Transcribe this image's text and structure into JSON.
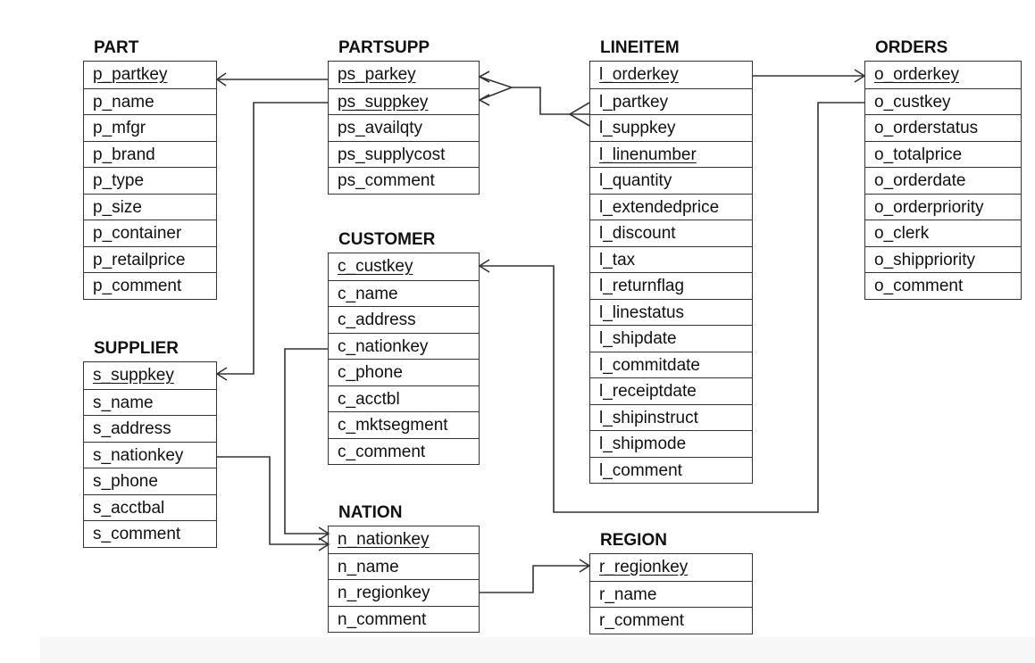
{
  "tables": [
    {
      "id": "part",
      "title": "PART",
      "columns": [
        {
          "name": "p_partkey",
          "pk": true
        },
        {
          "name": "p_name"
        },
        {
          "name": "p_mfgr"
        },
        {
          "name": "p_brand"
        },
        {
          "name": "p_type"
        },
        {
          "name": "p_size"
        },
        {
          "name": "p_container"
        },
        {
          "name": "p_retailprice"
        },
        {
          "name": "p_comment"
        }
      ]
    },
    {
      "id": "partsupp",
      "title": "PARTSUPP",
      "columns": [
        {
          "name": "ps_parkey",
          "pk": true
        },
        {
          "name": "ps_suppkey",
          "pk": true
        },
        {
          "name": "ps_availqty"
        },
        {
          "name": "ps_supplycost"
        },
        {
          "name": "ps_comment"
        }
      ]
    },
    {
      "id": "lineitem",
      "title": "LINEITEM",
      "columns": [
        {
          "name": "l_orderkey",
          "pk": true
        },
        {
          "name": "l_partkey"
        },
        {
          "name": "l_suppkey"
        },
        {
          "name": "l_linenumber",
          "pk": true
        },
        {
          "name": "l_quantity"
        },
        {
          "name": "l_extendedprice"
        },
        {
          "name": "l_discount"
        },
        {
          "name": "l_tax"
        },
        {
          "name": "l_returnflag"
        },
        {
          "name": "l_linestatus"
        },
        {
          "name": "l_shipdate"
        },
        {
          "name": "l_commitdate"
        },
        {
          "name": "l_receiptdate"
        },
        {
          "name": "l_shipinstruct"
        },
        {
          "name": "l_shipmode"
        },
        {
          "name": "l_comment"
        }
      ]
    },
    {
      "id": "orders",
      "title": "ORDERS",
      "columns": [
        {
          "name": "o_orderkey",
          "pk": true
        },
        {
          "name": "o_custkey"
        },
        {
          "name": "o_orderstatus"
        },
        {
          "name": "o_totalprice"
        },
        {
          "name": "o_orderdate"
        },
        {
          "name": "o_orderpriority"
        },
        {
          "name": "o_clerk"
        },
        {
          "name": "o_shippriority"
        },
        {
          "name": "o_comment"
        }
      ]
    },
    {
      "id": "customer",
      "title": "CUSTOMER",
      "columns": [
        {
          "name": "c_custkey",
          "pk": true
        },
        {
          "name": "c_name"
        },
        {
          "name": "c_address"
        },
        {
          "name": "c_nationkey"
        },
        {
          "name": "c_phone"
        },
        {
          "name": "c_acctbl"
        },
        {
          "name": "c_mktsegment"
        },
        {
          "name": "c_comment"
        }
      ]
    },
    {
      "id": "supplier",
      "title": "SUPPLIER",
      "columns": [
        {
          "name": "s_suppkey",
          "pk": true
        },
        {
          "name": "s_name"
        },
        {
          "name": "s_address"
        },
        {
          "name": "s_nationkey"
        },
        {
          "name": "s_phone"
        },
        {
          "name": "s_acctbal"
        },
        {
          "name": "s_comment"
        }
      ]
    },
    {
      "id": "nation",
      "title": "NATION",
      "columns": [
        {
          "name": "n_nationkey",
          "pk": true
        },
        {
          "name": "n_name"
        },
        {
          "name": "n_regionkey"
        },
        {
          "name": "n_comment"
        }
      ]
    },
    {
      "id": "region",
      "title": "REGION",
      "columns": [
        {
          "name": "r_regionkey",
          "pk": true
        },
        {
          "name": "r_name"
        },
        {
          "name": "r_comment"
        }
      ]
    }
  ],
  "relationships": [
    {
      "id": "partsupp-part",
      "from": "partsupp.ps_parkey",
      "to": "part.p_partkey"
    },
    {
      "id": "partsupp-supplier",
      "from": "partsupp.ps_suppkey",
      "to": "supplier.s_suppkey"
    },
    {
      "id": "lineitem-partsupp",
      "from": "lineitem.l_partkey, lineitem.l_suppkey",
      "to": "partsupp.ps_parkey, partsupp.ps_suppkey"
    },
    {
      "id": "lineitem-orders",
      "from": "lineitem.l_orderkey",
      "to": "orders.o_orderkey"
    },
    {
      "id": "orders-customer",
      "from": "orders.o_custkey",
      "to": "customer.c_custkey"
    },
    {
      "id": "customer-nation",
      "from": "customer.c_nationkey",
      "to": "nation.n_nationkey"
    },
    {
      "id": "supplier-nation",
      "from": "supplier.s_nationkey",
      "to": "nation.n_nationkey"
    },
    {
      "id": "nation-region",
      "from": "nation.n_regionkey",
      "to": "region.r_regionkey"
    }
  ]
}
